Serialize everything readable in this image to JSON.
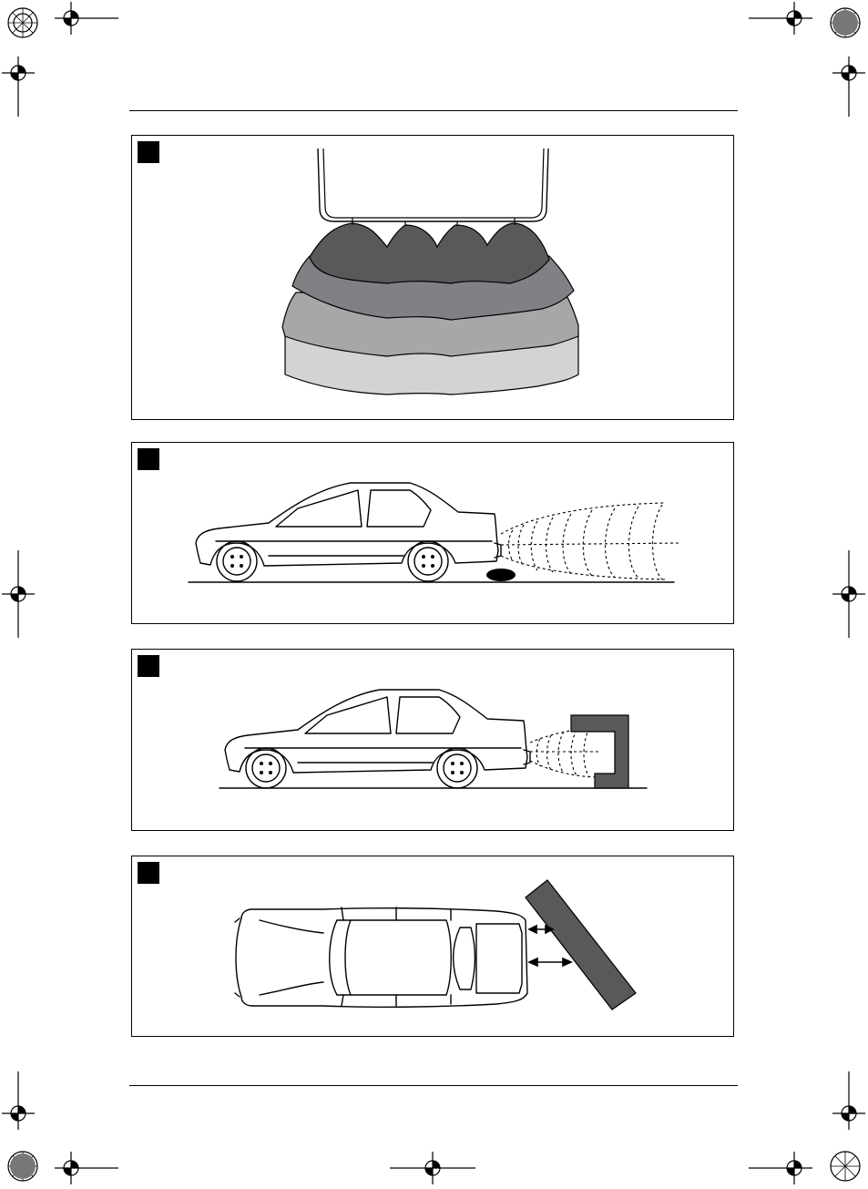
{
  "page": {
    "panels": [
      {
        "id": "sensor-detection-zones",
        "icon": "ultrasonic-fields-illustration"
      },
      {
        "id": "low-obstacle",
        "icon": "car-low-obstacle-illustration"
      },
      {
        "id": "overhanging-obstacle",
        "icon": "car-overhang-obstacle-illustration"
      },
      {
        "id": "angled-wall",
        "icon": "car-angled-wall-illustration"
      }
    ],
    "colors": {
      "zone_1": "#58595b",
      "zone_2": "#808184",
      "zone_3": "#a6a7a9",
      "zone_4": "#d2d3d4",
      "obstacle": "#58595b",
      "line": "#000000"
    }
  }
}
